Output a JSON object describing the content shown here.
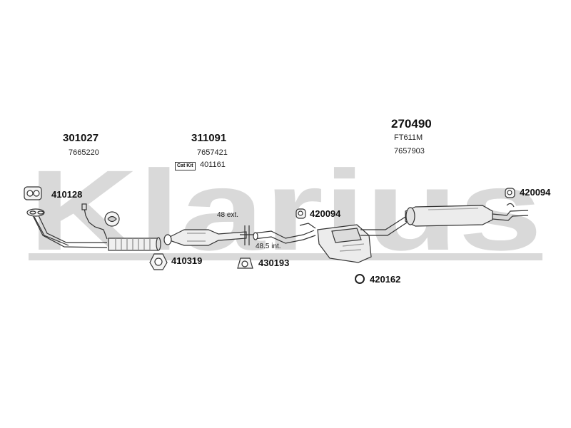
{
  "watermark": {
    "text": "Klarius",
    "color": "#d9d9d9"
  },
  "parts": {
    "front_pipe": {
      "number": "301027",
      "ref": "7665220"
    },
    "catalyst": {
      "number": "311091",
      "ref": "7657421",
      "catkit_label": "Cat Kit",
      "catkit_ref": "401161"
    },
    "rear_box": {
      "number": "270490",
      "ref1": "FT611M",
      "ref2": "7657903"
    }
  },
  "fittings": {
    "gasket_front": "410128",
    "gasket_cat": "410319",
    "mount_mid": "430193",
    "mount_centre": "420094",
    "ring_centre": "420162",
    "mount_rear": "420094"
  },
  "dimensions": {
    "ext": "48 ext.",
    "int": "48.5 int."
  }
}
